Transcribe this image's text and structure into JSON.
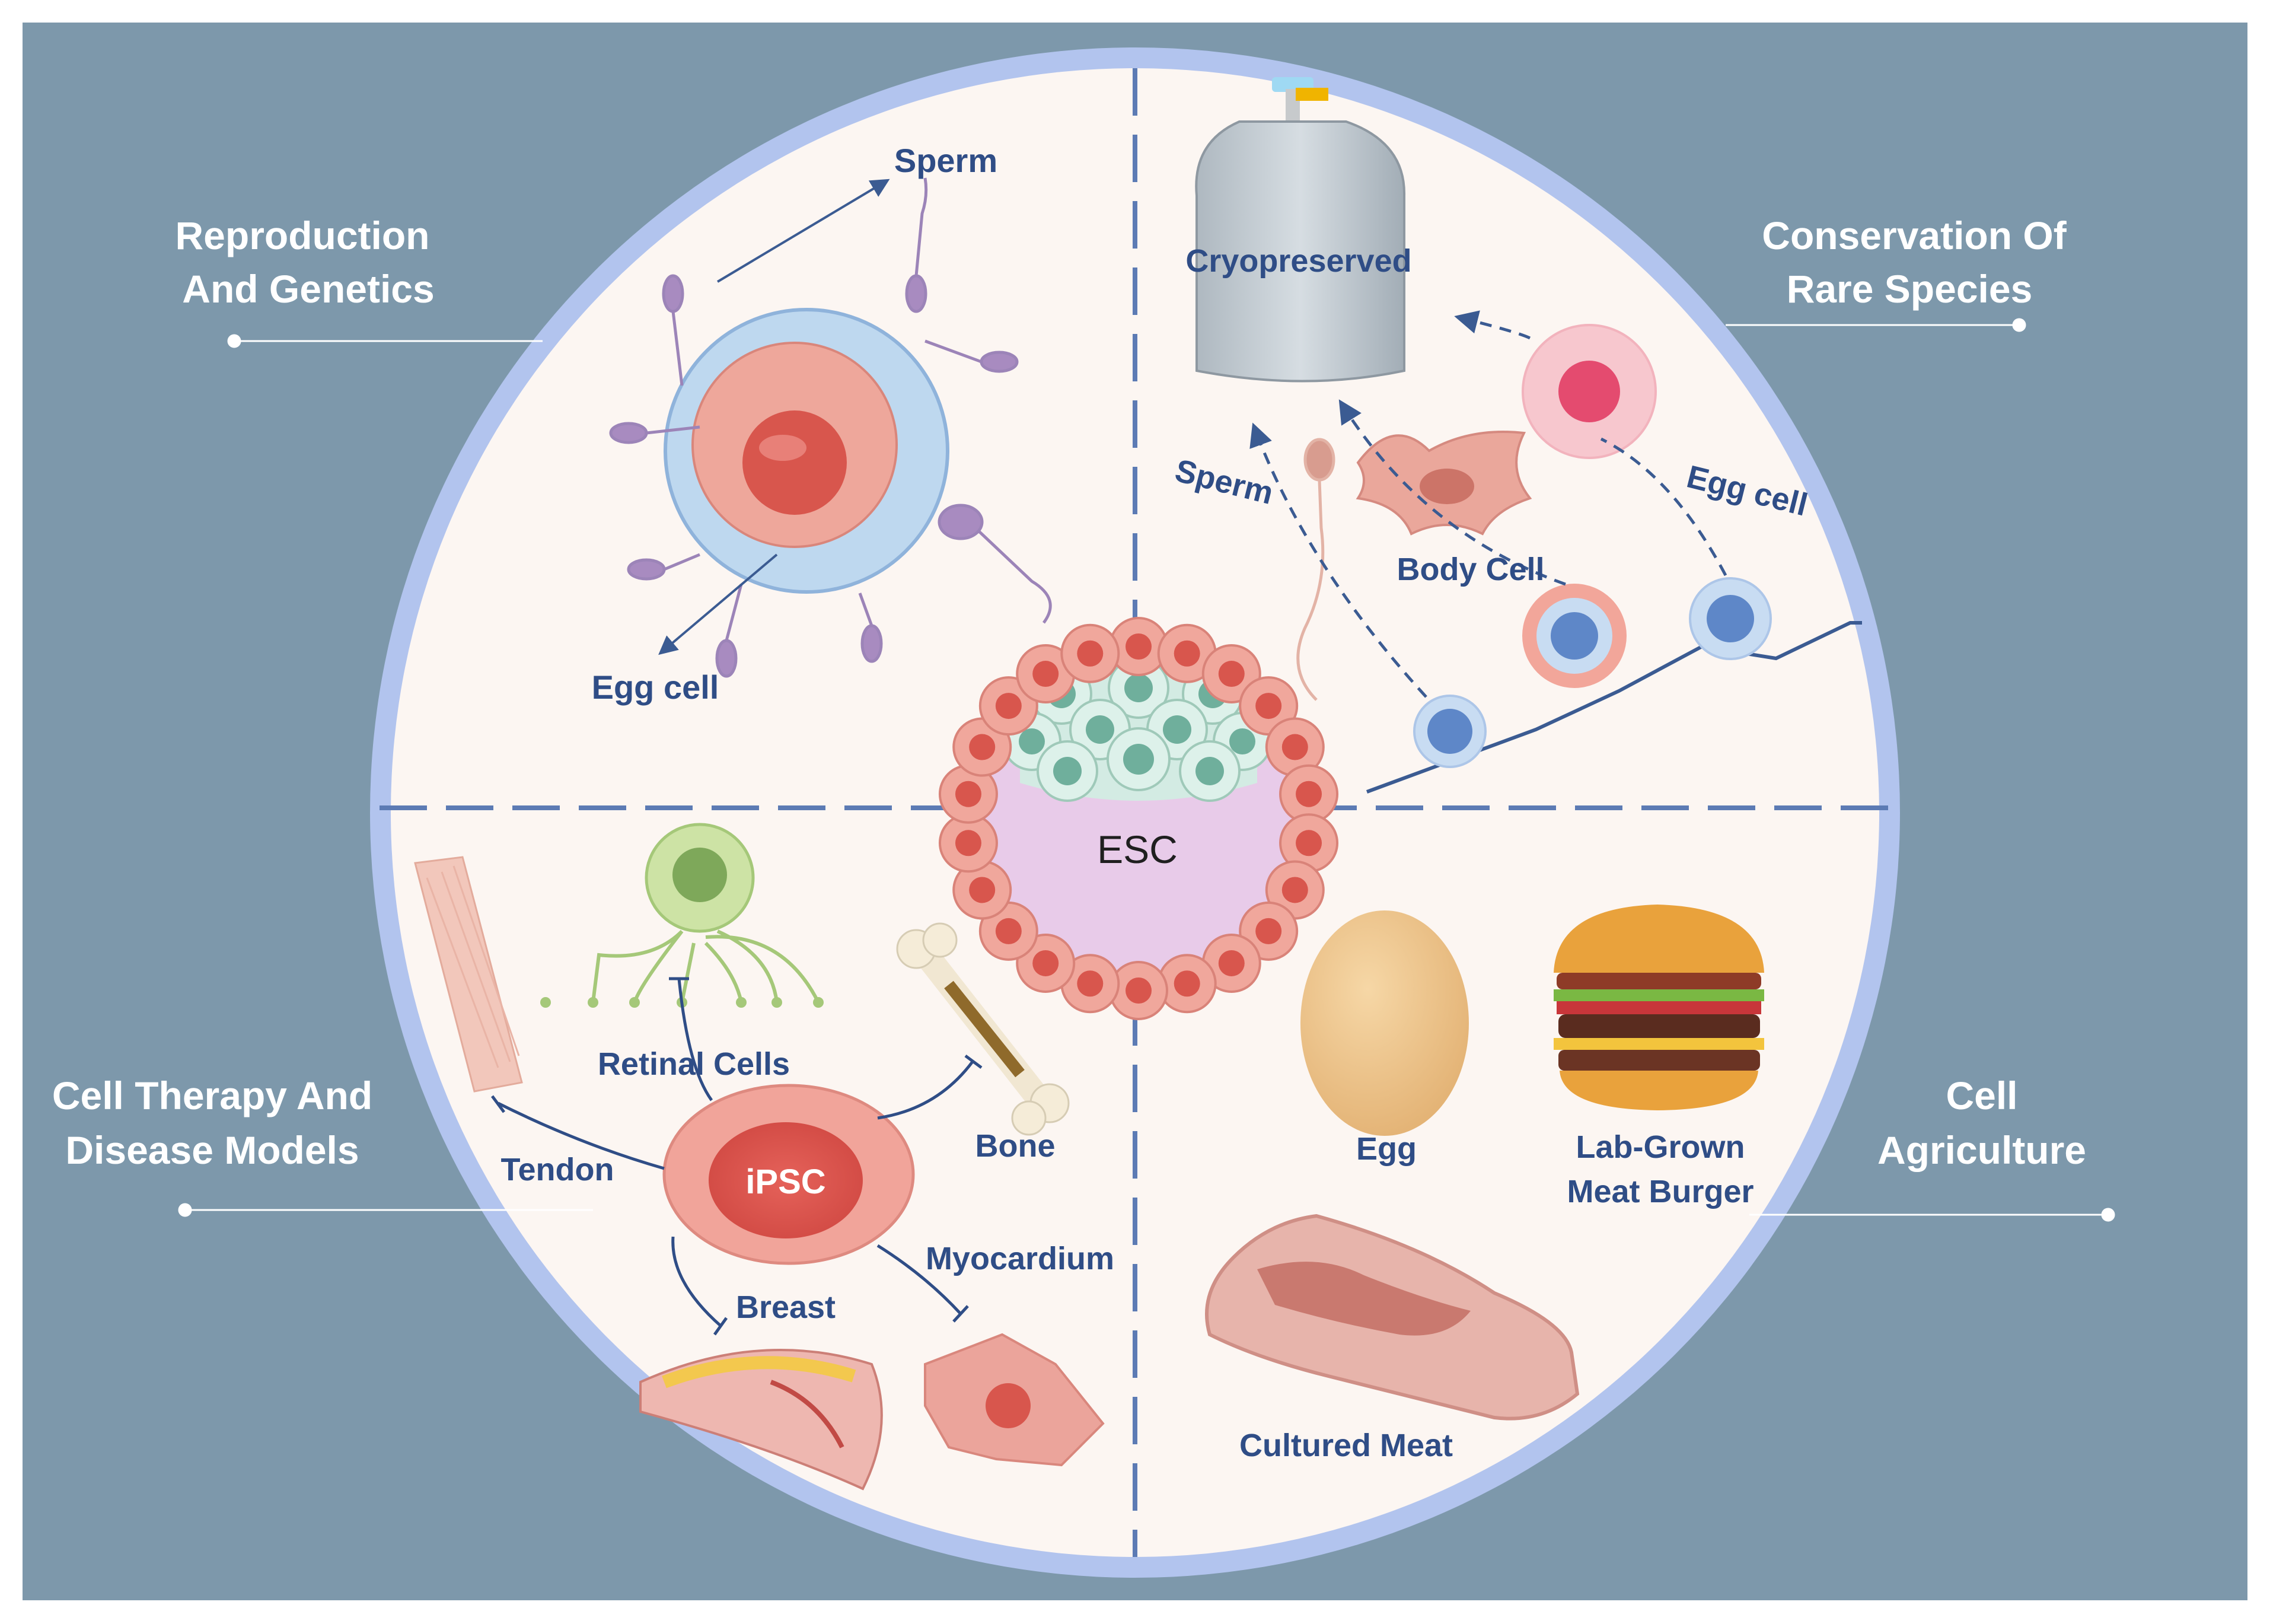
{
  "colors": {
    "background_panel": "#7d98ab",
    "circle_fill": "#fcf6f2",
    "circle_ring": "#b2c4ee",
    "label_text": "#2f4d86",
    "corner_text": "#ffffff",
    "divider": "#5c7bb4"
  },
  "corner_labels": {
    "reproduction": {
      "line1": "Reproduction",
      "line2": "And Genetics"
    },
    "conservation": {
      "line1": "Conservation Of",
      "line2": "Rare Species"
    },
    "cell_therapy": {
      "line1": "Cell Therapy And",
      "line2": "Disease Models"
    },
    "agriculture": {
      "line1": "Cell",
      "line2": "Agriculture"
    }
  },
  "center": {
    "label": "ESC"
  },
  "reproduction_quadrant": {
    "sperm": "Sperm",
    "egg_cell": "Egg cell"
  },
  "conservation_quadrant": {
    "cryopreserved": "Cryopreserved",
    "sperm": "Sperm",
    "egg_cell": "Egg cell",
    "body_cell": "Body Cell"
  },
  "therapy_quadrant": {
    "ipsc": "iPSC",
    "retinal_cells": "Retinal Cells",
    "tendon": "Tendon",
    "bone": "Bone",
    "breast": "Breast",
    "myocardium": "Myocardium"
  },
  "agriculture_quadrant": {
    "egg": "Egg",
    "burger_line1": "Lab-Grown",
    "burger_line2": "Meat Burger",
    "cultured_meat": "Cultured Meat"
  }
}
